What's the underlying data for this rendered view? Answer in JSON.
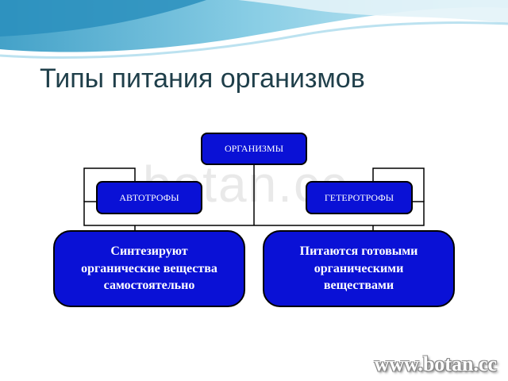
{
  "title": "Типы питания организмов",
  "diagram": {
    "root": "ОРГАНИЗМЫ",
    "left_type": "АВТОТРОФЫ",
    "right_type": "ГЕТЕРОТРОФЫ",
    "left_description": "Синтезируют\nорганические вещества\nсамостоятельно",
    "right_description": "Питаются готовыми\nорганическими\nвеществами"
  },
  "watermark": "botan.cc",
  "footer_watermark": "www.botan.cc",
  "colors": {
    "box_fill": "#0a11d6",
    "title": "#1f3f4a",
    "wave": "#3fa7c9"
  }
}
